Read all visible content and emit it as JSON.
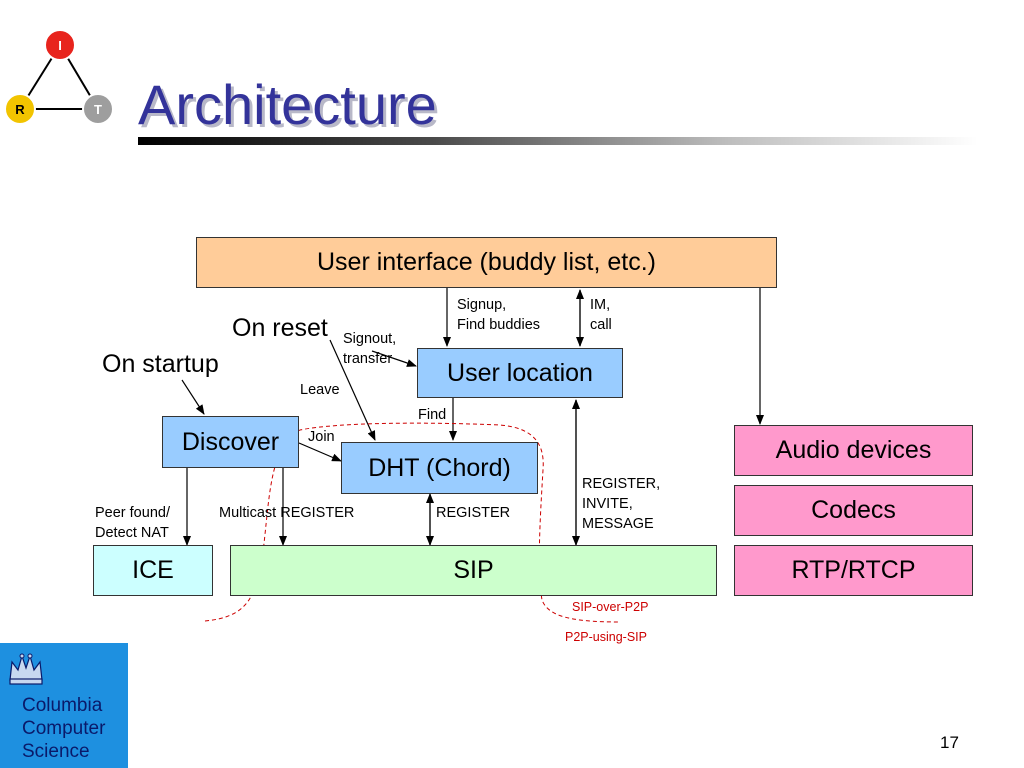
{
  "slide": {
    "title": "Architecture",
    "page_number": "17"
  },
  "logo_triangle": {
    "nodes": [
      "I",
      "R",
      "T"
    ],
    "colors": {
      "I": "#e8241d",
      "R": "#f2c400",
      "T": "#9e9e9e"
    }
  },
  "boxes": {
    "user_interface": "User interface (buddy list, etc.)",
    "user_location": "User location",
    "discover": "Discover",
    "dht": "DHT (Chord)",
    "ice": "ICE",
    "sip": "SIP",
    "audio_devices": "Audio devices",
    "codecs": "Codecs",
    "rtp": "RTP/RTCP"
  },
  "labels": {
    "on_reset": "On reset",
    "on_startup": "On startup",
    "signup": "Signup,\nFind buddies",
    "im_call": "IM,\ncall",
    "signout": "Signout,\ntransfer",
    "leave": "Leave",
    "find": "Find",
    "join": "Join",
    "peer_found": "Peer found/\nDetect NAT",
    "multicast": "Multicast REGISTER",
    "register": "REGISTER",
    "register_invite": "REGISTER,\nINVITE,\nMESSAGE",
    "sip_over_p2p": "SIP-over-P2P",
    "p2p_using_sip": "P2P-using-SIP"
  },
  "branding": {
    "institution": "Columbia\nComputer\nScience"
  },
  "colors": {
    "title": "#33339a",
    "user_interface_fill": "#ffcc99",
    "blue_fill": "#99ccff",
    "ice_fill": "#ccffff",
    "sip_fill": "#ccffcc",
    "pink_fill": "#ff99cc",
    "annotation_red": "#cc0000"
  }
}
